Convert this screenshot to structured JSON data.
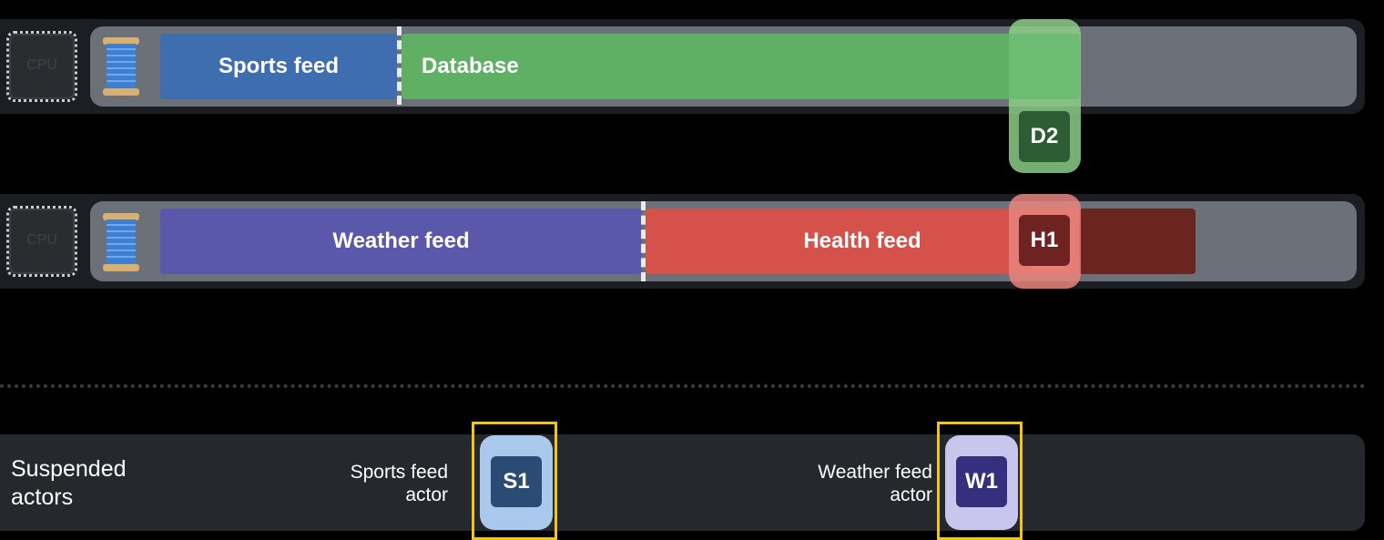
{
  "cpu_label": "CPU",
  "thread_rows": [
    {
      "segments": [
        "Sports feed",
        "Database"
      ],
      "badge": "D2"
    },
    {
      "segments": [
        "Weather feed",
        "Health feed"
      ],
      "badge": "H1"
    }
  ],
  "suspended": {
    "title": "Suspended\nactors",
    "actors": [
      {
        "label": "Sports feed\nactor",
        "badge": "S1"
      },
      {
        "label": "Weather feed\nactor",
        "badge": "W1"
      }
    ]
  },
  "colors": {
    "sports": "#3f6eb0",
    "database": "#5fb065",
    "weather": "#5a58ab",
    "health": "#d5524a",
    "health_dark": "#6a2520",
    "d2_chip": "#2c5d33",
    "h1_chip": "#6e2320",
    "s1_chip": "#2a4c74",
    "w1_chip": "#34307e",
    "highlight": "#f3c515"
  }
}
